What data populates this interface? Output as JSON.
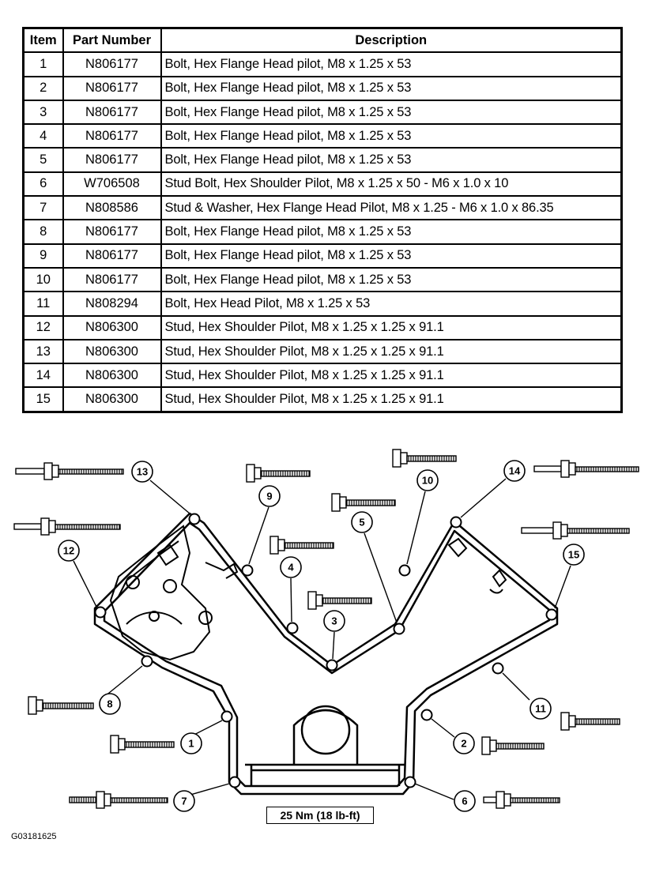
{
  "table": {
    "headers": {
      "item": "Item",
      "part_number": "Part Number",
      "description": "Description"
    },
    "rows": [
      {
        "item": "1",
        "part_number": "N806177",
        "description": "Bolt, Hex Flange Head pilot, M8 x 1.25 x 53"
      },
      {
        "item": "2",
        "part_number": "N806177",
        "description": "Bolt, Hex Flange Head pilot, M8 x 1.25 x 53"
      },
      {
        "item": "3",
        "part_number": "N806177",
        "description": "Bolt, Hex Flange Head pilot, M8 x 1.25 x 53"
      },
      {
        "item": "4",
        "part_number": "N806177",
        "description": "Bolt, Hex Flange Head pilot, M8 x 1.25 x 53"
      },
      {
        "item": "5",
        "part_number": "N806177",
        "description": "Bolt, Hex Flange Head pilot, M8 x 1.25 x 53"
      },
      {
        "item": "6",
        "part_number": "W706508",
        "description": "Stud Bolt, Hex Shoulder Pilot, M8 x 1.25 x 50  - M6 x 1.0 x 10"
      },
      {
        "item": "7",
        "part_number": "N808586",
        "description": "Stud & Washer, Hex Flange Head Pilot, M8 x 1.25  - M6 x 1.0 x 86.35"
      },
      {
        "item": "8",
        "part_number": "N806177",
        "description": "Bolt, Hex Flange Head pilot, M8 x 1.25 x 53"
      },
      {
        "item": "9",
        "part_number": "N806177",
        "description": "Bolt, Hex Flange Head pilot, M8 x 1.25 x 53"
      },
      {
        "item": "10",
        "part_number": "N806177",
        "description": "Bolt, Hex Flange Head pilot, M8 x 1.25 x 53"
      },
      {
        "item": "11",
        "part_number": "N808294",
        "description": "Bolt, Hex Head Pilot, M8 x 1.25 x 53"
      },
      {
        "item": "12",
        "part_number": "N806300",
        "description": "Stud, Hex Shoulder Pilot, M8 x 1.25 x 1.25 x 91.1"
      },
      {
        "item": "13",
        "part_number": "N806300",
        "description": "Stud, Hex Shoulder Pilot, M8 x 1.25 x 1.25 x 91.1"
      },
      {
        "item": "14",
        "part_number": "N806300",
        "description": "Stud, Hex Shoulder Pilot, M8 x 1.25 x 1.25 x 91.1"
      },
      {
        "item": "15",
        "part_number": "N806300",
        "description": "Stud, Hex Shoulder Pilot, M8 x 1.25 x 1.25 x 91.1"
      }
    ]
  },
  "diagram": {
    "callouts": [
      "1",
      "2",
      "3",
      "4",
      "5",
      "6",
      "7",
      "8",
      "9",
      "10",
      "11",
      "12",
      "13",
      "14",
      "15"
    ],
    "torque_label": "25  Nm (18 lb-ft)",
    "figure_id": "G03181625"
  }
}
